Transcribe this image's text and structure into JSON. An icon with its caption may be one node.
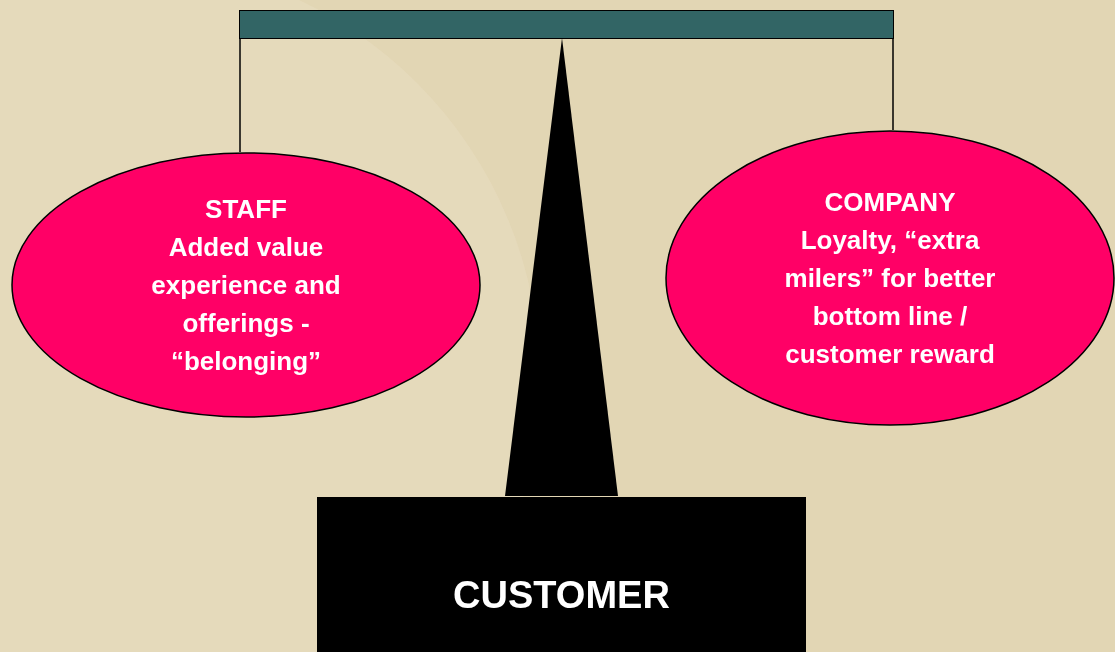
{
  "diagram": {
    "nodes": [
      {
        "text": [],
        "shape": "bar"
      },
      {
        "text": [
          "STAFF",
          "Added value experience and offerings - “belonging”"
        ]
      },
      {
        "text": [
          "COMPANY",
          "Loyalty, “extra milers” for better bottom line / customer reward"
        ]
      },
      {
        "text": [
          "CUSTOMER"
        ]
      }
    ],
    "edges": [
      {
        "from": 0,
        "to": 1,
        "arrow": "none"
      },
      {
        "from": 0,
        "to": 2,
        "arrow": "none"
      }
    ]
  }
}
